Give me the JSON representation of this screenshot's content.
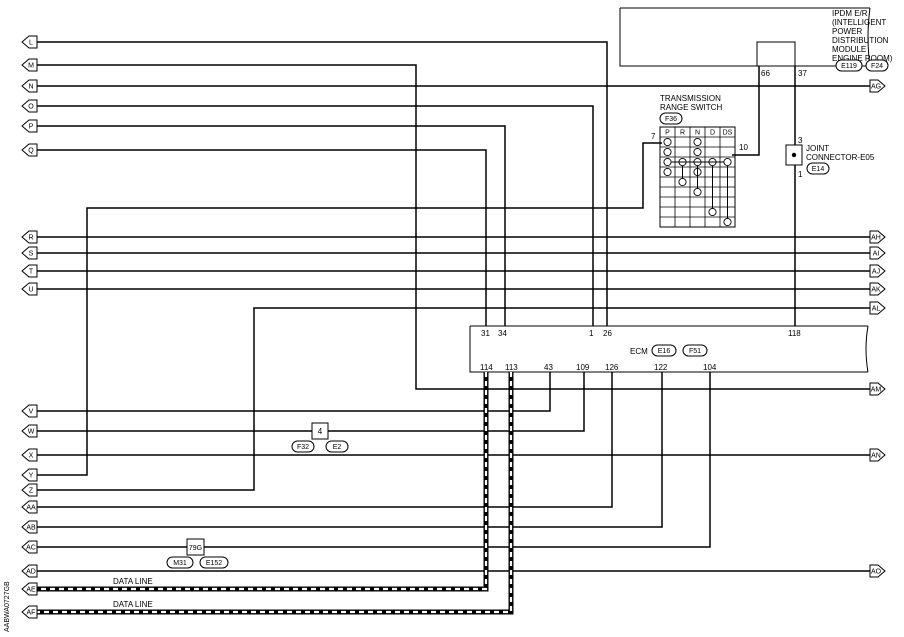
{
  "diagram_id": "AABWA0727GB",
  "components": {
    "ipdm": {
      "label_lines": [
        "IPDM E/R",
        "(INTELLIGENT",
        "POWER",
        "DISTRIBUTION",
        "MODULE",
        "ENGINE ROOM)"
      ],
      "connectors": [
        "E119",
        "F24"
      ],
      "pins": [
        "66",
        "37"
      ]
    },
    "trs": {
      "label_lines": [
        "TRANSMISSION",
        "RANGE SWITCH"
      ],
      "connector": "F36",
      "positions": [
        "P",
        "R",
        "N",
        "D",
        "DS"
      ],
      "pin_in": "7",
      "pin_out": "10"
    },
    "joint": {
      "label_lines": [
        "JOINT",
        "CONNECTOR-E05"
      ],
      "connector": "E14",
      "pin_top": "3",
      "pin_bottom": "1"
    },
    "ecm": {
      "label": "ECM",
      "connectors": [
        "E16",
        "F51"
      ],
      "top_pins": [
        "31",
        "34",
        "1",
        "26",
        "118"
      ],
      "bottom_pins": [
        "114",
        "113",
        "43",
        "109",
        "126",
        "122",
        "104"
      ]
    },
    "junction4": {
      "pin": "4",
      "connectors": [
        "F32",
        "E2"
      ]
    },
    "junction79": {
      "pin": "79G",
      "connectors": [
        "M31",
        "E152"
      ]
    }
  },
  "left_terminals": [
    "L",
    "M",
    "N",
    "O",
    "P",
    "Q",
    "R",
    "S",
    "T",
    "U",
    "V",
    "W",
    "X",
    "Y",
    "Z",
    "AA",
    "AB",
    "AC",
    "AD",
    "AE",
    "AF"
  ],
  "right_terminals": [
    "AG",
    "AH",
    "AI",
    "AJ",
    "AK",
    "AL",
    "AM",
    "AN",
    "AO"
  ],
  "data_line_labels": [
    "DATA LINE",
    "DATA LINE"
  ]
}
